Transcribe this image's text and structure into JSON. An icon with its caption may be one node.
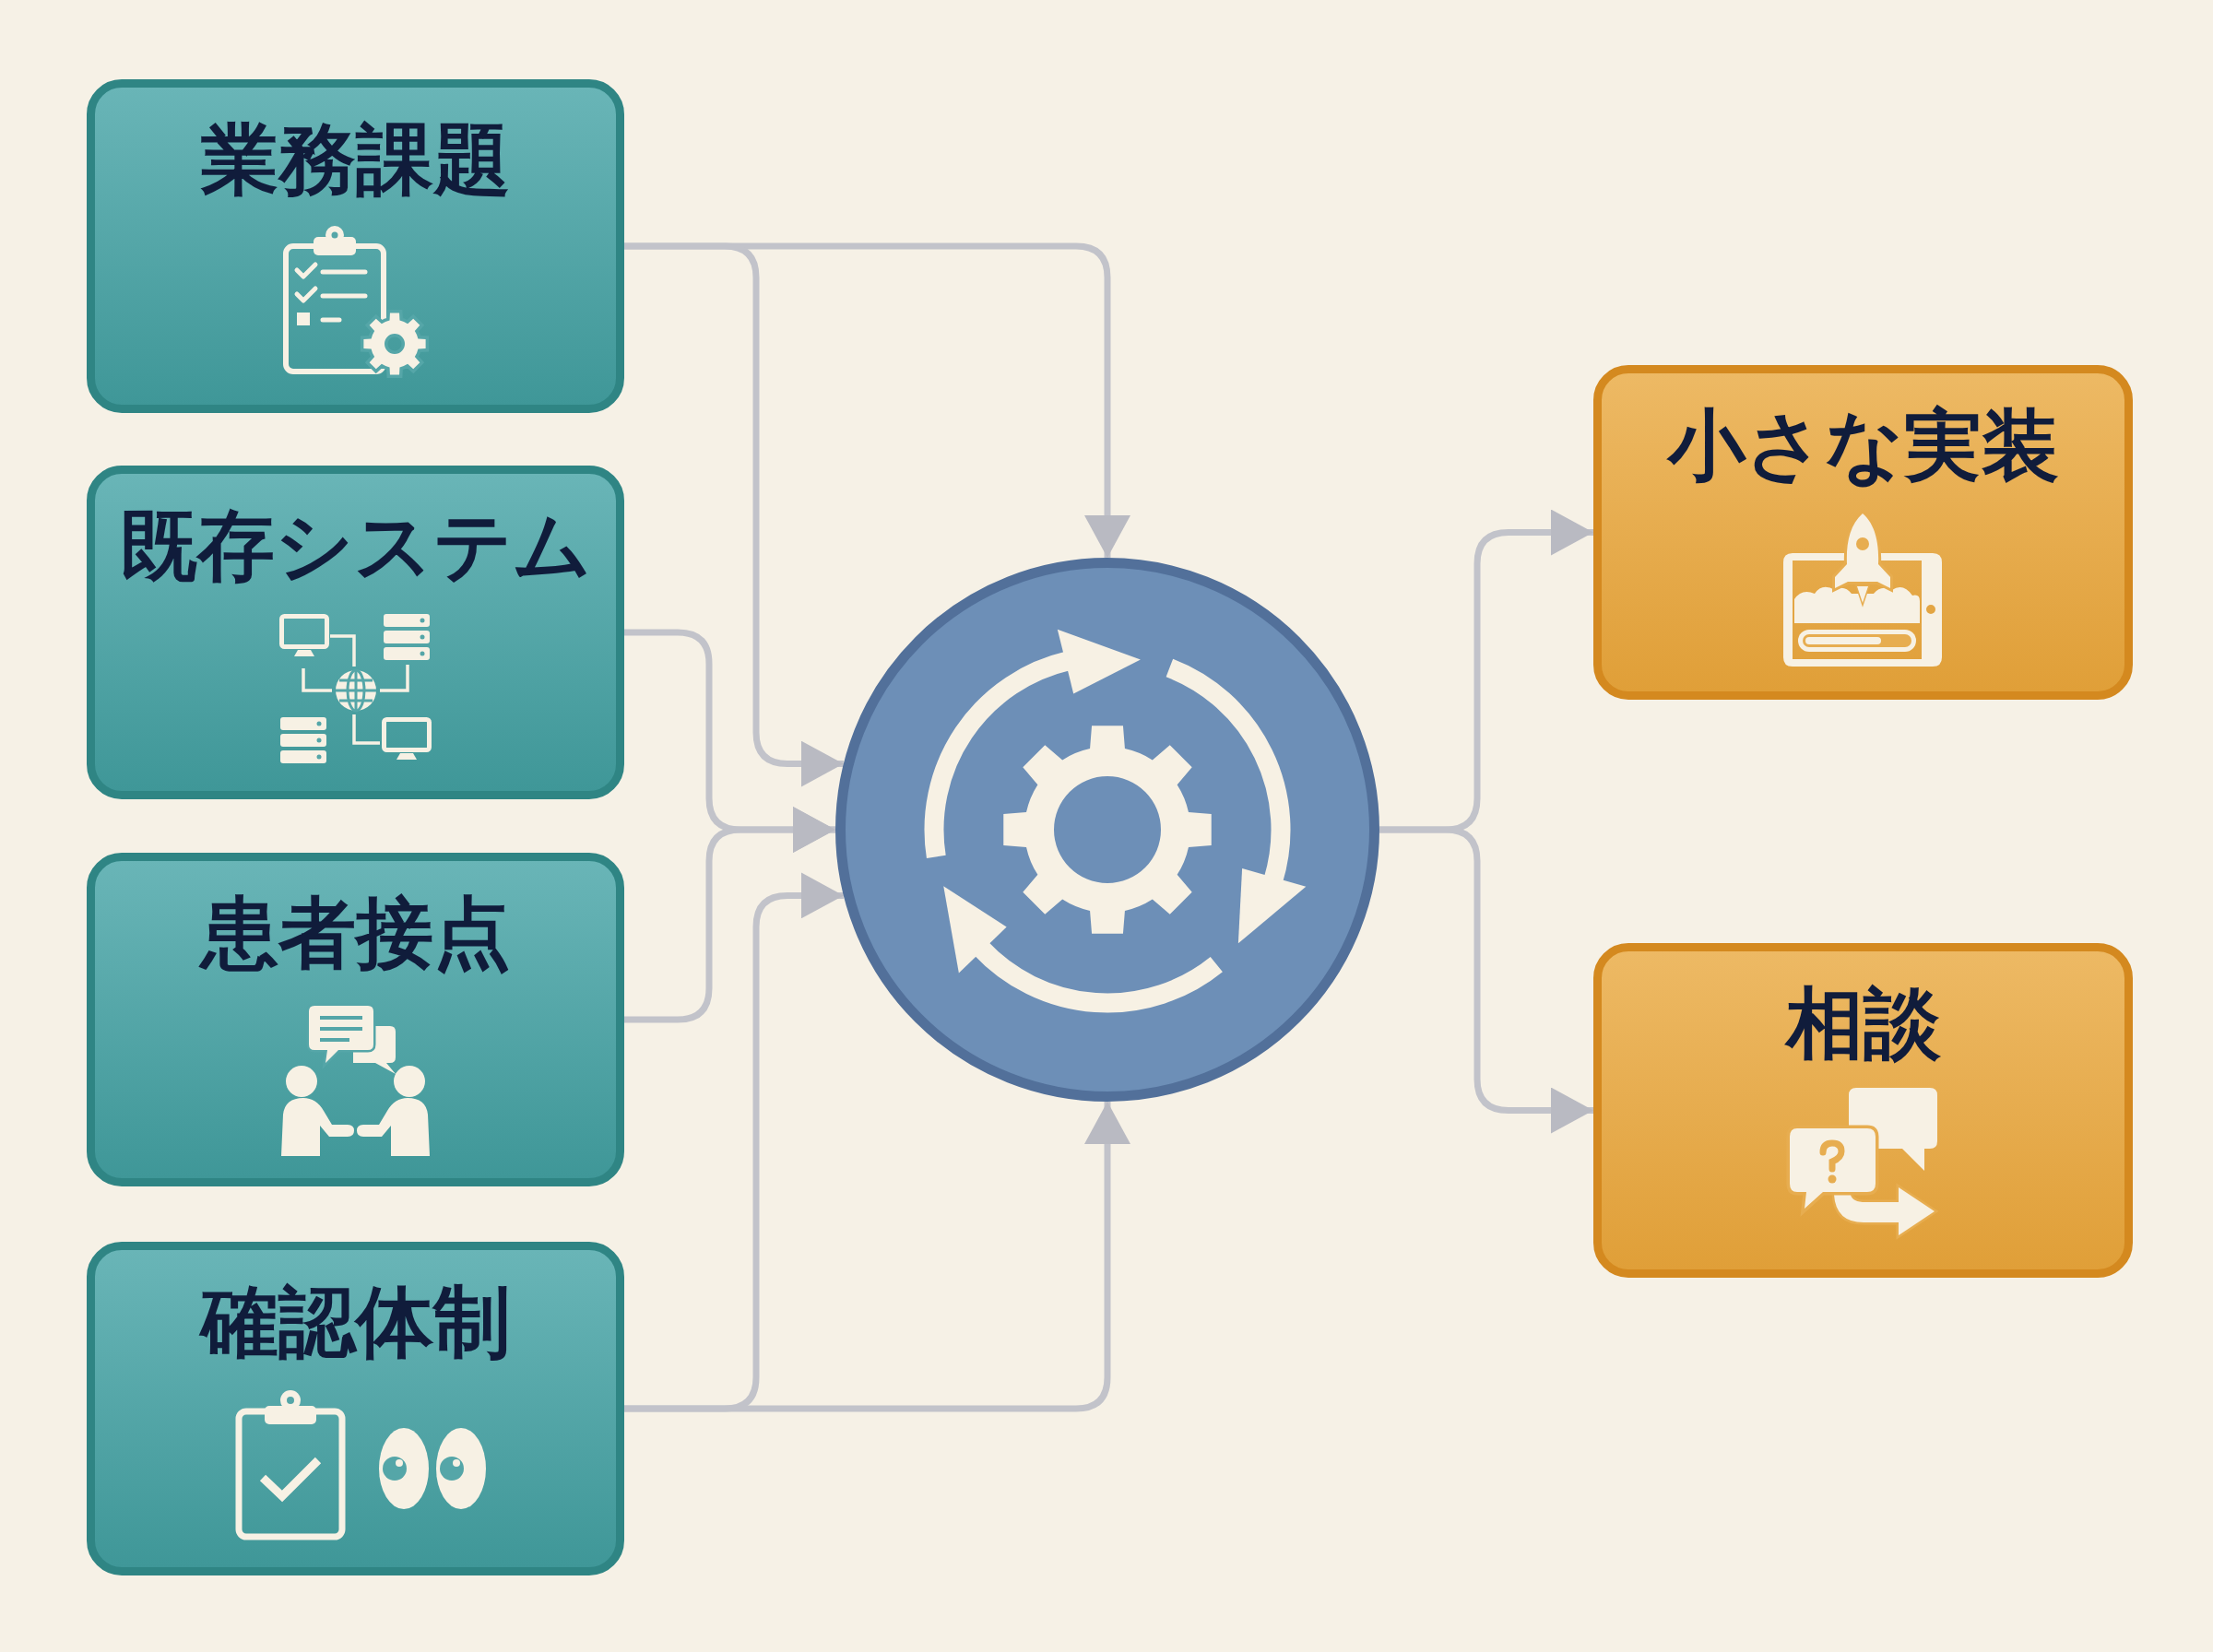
{
  "diagram": {
    "nodes": [
      {
        "text": [
          "業務課題"
        ]
      },
      {
        "text": [
          "既存システム"
        ]
      },
      {
        "text": [
          "患者接点"
        ]
      },
      {
        "text": [
          "確認体制"
        ]
      },
      {
        "text": [],
        "shape": "circle"
      },
      {
        "text": [
          "小さな実装"
        ]
      },
      {
        "text": [
          "相談"
        ]
      }
    ],
    "edges": [
      {
        "from": 0,
        "to": 4,
        "arrow": "to"
      },
      {
        "from": 0,
        "to": 4,
        "arrow": "to"
      },
      {
        "from": 1,
        "to": 4,
        "arrow": "to"
      },
      {
        "from": 2,
        "to": 4,
        "arrow": "to"
      },
      {
        "from": 3,
        "to": 4,
        "arrow": "to"
      },
      {
        "from": 3,
        "to": 4,
        "arrow": "to"
      },
      {
        "from": 4,
        "to": 5,
        "arrow": "to"
      },
      {
        "from": 4,
        "to": 6,
        "arrow": "to"
      }
    ]
  }
}
